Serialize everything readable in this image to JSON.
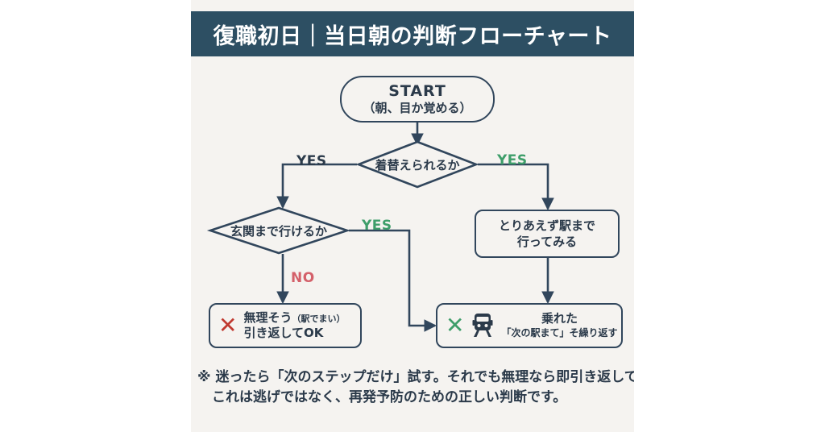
{
  "title": "復職初日｜当日朝の判断フローチャート",
  "nodes": {
    "start": {
      "main": "START",
      "sub": "（朝、目か覚める）"
    },
    "decision_1": "着替えられるか",
    "decision_2": "玄関まで行けるか",
    "action_station": {
      "line1": "とりあえず駅まで",
      "line2": "行ってみる"
    },
    "result_turn_back": {
      "mark": "✕",
      "mark_color": "#c0392f",
      "line1_main": "無理そう",
      "line1_small": "（駅でまい）",
      "line2": "引き返してOK"
    },
    "result_boarded": {
      "mark": "✕",
      "mark_color": "#3e9e6a",
      "icon": "train-icon",
      "line1": "乗れた",
      "line2": "「次の駅まて」そ繰り返す"
    }
  },
  "edges": {
    "yes_left": "YES",
    "yes_right": "YES",
    "yes_middle": "YES",
    "no_down": "NO"
  },
  "footer": {
    "line1": "※ 迷ったら「次のステップだけ」試す。それでも無理なら即引き返して",
    "line2": "これは逃げではなく、再発予防のための正しい判断です。"
  },
  "colors": {
    "title_bar": "#2d4f63",
    "card_bg": "#f5f3f0",
    "stroke": "#31465c",
    "text": "#2b3a4a",
    "green": "#3e9e6a",
    "red": "#d4606a"
  }
}
